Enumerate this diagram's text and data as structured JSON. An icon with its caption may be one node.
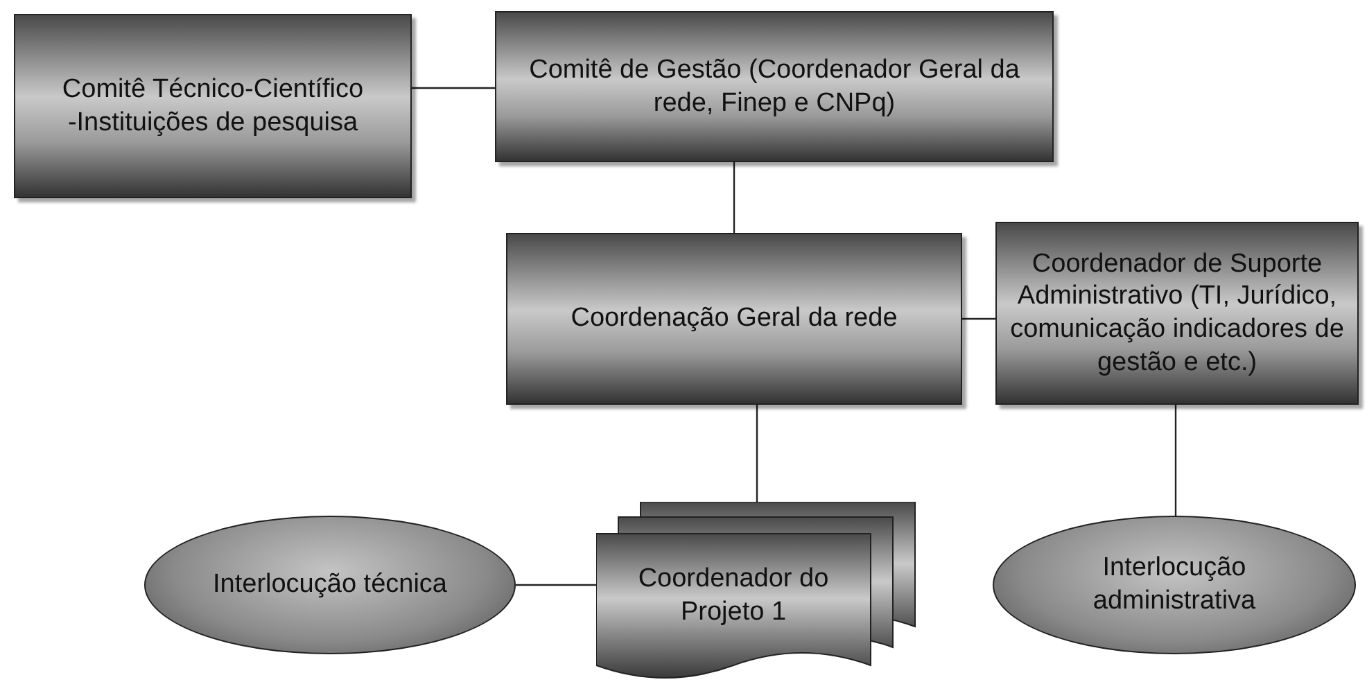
{
  "diagram": {
    "nodes": [
      {
        "text": [
          "Comitê Técnico-Científico",
          "-Instituições de pesquisa"
        ]
      },
      {
        "text": [
          "Comitê de Gestão (Coordenador Geral da rede, Finep e CNPq)"
        ]
      },
      {
        "text": [
          "Coordenação Geral da rede"
        ]
      },
      {
        "text": [
          "Coordenador de Suporte Administrativo (TI, Jurídico, comunicação indicadores de gestão e etc.)"
        ]
      },
      {
        "text": [
          "Interlocução técnica"
        ]
      },
      {
        "text": [
          "Coordenador do Projeto 1"
        ]
      },
      {
        "text": [
          "Interlocução administrativa"
        ]
      }
    ],
    "edges": [
      {
        "from": 0,
        "to": 1,
        "arrow": "none"
      },
      {
        "from": 1,
        "to": 2,
        "arrow": "none"
      },
      {
        "from": 2,
        "to": 3,
        "arrow": "none"
      },
      {
        "from": 2,
        "to": 5,
        "arrow": "none"
      },
      {
        "from": 3,
        "to": 6,
        "arrow": "none"
      },
      {
        "from": 4,
        "to": 5,
        "arrow": "none"
      }
    ]
  }
}
